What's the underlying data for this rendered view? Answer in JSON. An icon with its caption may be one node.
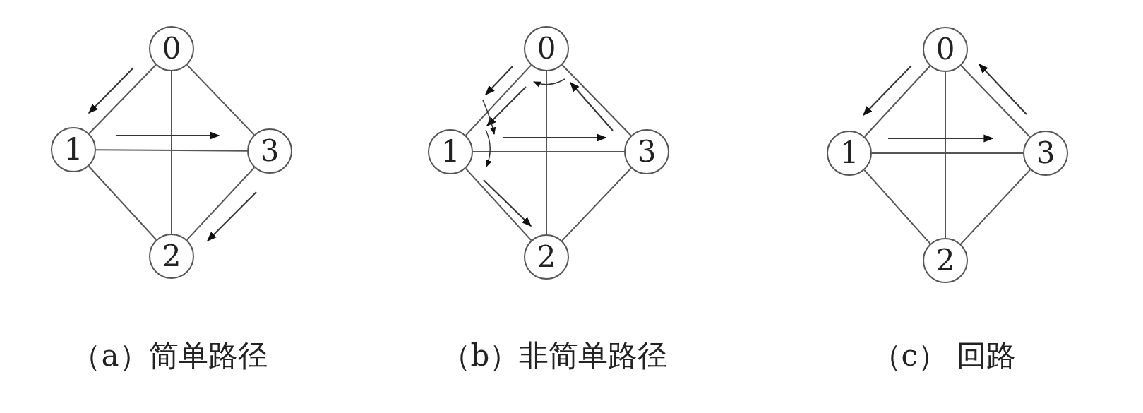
{
  "diagram": {
    "nodes": [
      {
        "text": [
          "0"
        ]
      },
      {
        "text": [
          "1"
        ]
      },
      {
        "text": [
          "3"
        ]
      },
      {
        "text": [
          "2"
        ]
      },
      {
        "text": [
          "0"
        ]
      },
      {
        "text": [
          "1"
        ]
      },
      {
        "text": [
          "3"
        ]
      },
      {
        "text": [
          "2"
        ]
      },
      {
        "text": [
          "0"
        ]
      },
      {
        "text": [
          "1"
        ]
      },
      {
        "text": [
          "3"
        ]
      },
      {
        "text": [
          "2"
        ]
      }
    ],
    "edges": [
      {
        "from": 0,
        "to": 1,
        "arrow": "none"
      },
      {
        "from": 0,
        "to": 3,
        "arrow": "none"
      },
      {
        "from": 0,
        "to": 2,
        "arrow": "none"
      },
      {
        "from": 1,
        "to": 2,
        "arrow": "none"
      },
      {
        "from": 1,
        "to": 3,
        "arrow": "none"
      },
      {
        "from": 2,
        "to": 3,
        "arrow": "none"
      },
      {
        "from": 4,
        "to": 5,
        "arrow": "none"
      },
      {
        "from": 4,
        "to": 7,
        "arrow": "none"
      },
      {
        "from": 4,
        "to": 6,
        "arrow": "none"
      },
      {
        "from": 5,
        "to": 6,
        "arrow": "none"
      },
      {
        "from": 5,
        "to": 7,
        "arrow": "none"
      },
      {
        "from": 6,
        "to": 7,
        "arrow": "none"
      },
      {
        "from": 8,
        "to": 9,
        "arrow": "none"
      },
      {
        "from": 8,
        "to": 11,
        "arrow": "none"
      },
      {
        "from": 8,
        "to": 10,
        "arrow": "none"
      },
      {
        "from": 9,
        "to": 10,
        "arrow": "none"
      },
      {
        "from": 9,
        "to": 11,
        "arrow": "none"
      },
      {
        "from": 10,
        "to": 11,
        "arrow": "none"
      }
    ],
    "labels": [
      "（a）简单路径",
      "（b）非简单路径",
      "（c） 回路"
    ]
  }
}
